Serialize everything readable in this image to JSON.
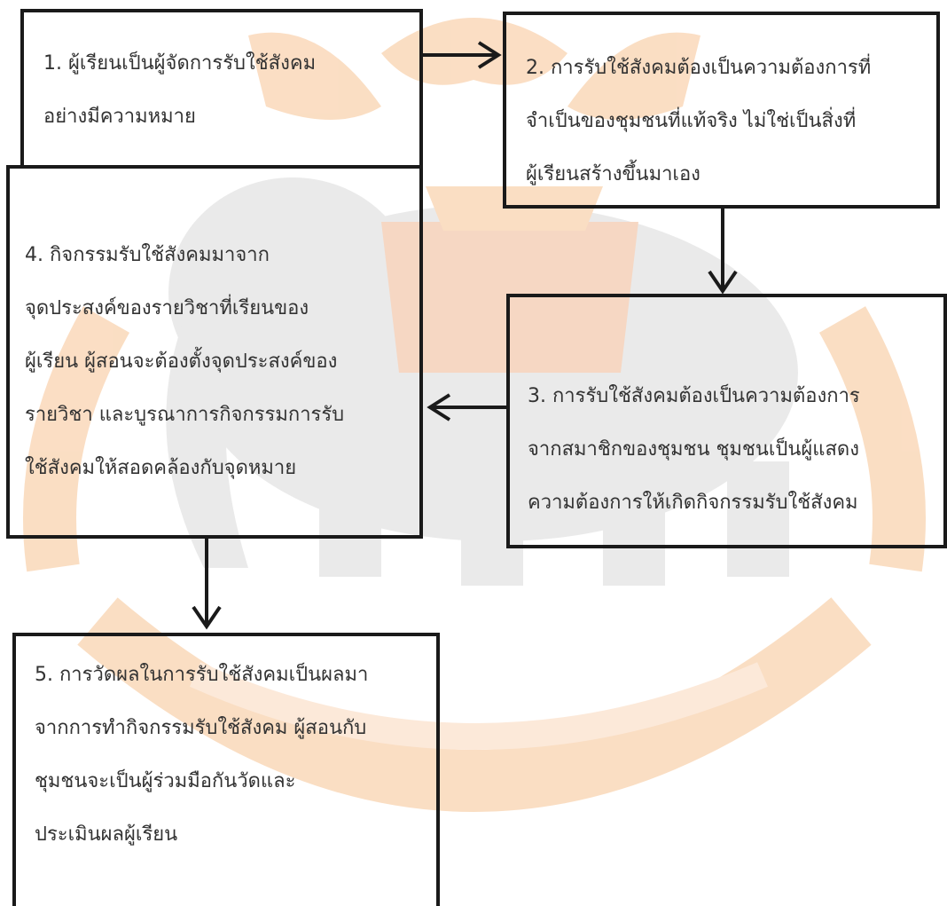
{
  "diagram": {
    "boxes": [
      {
        "id": "step-1",
        "lines": [
          "1. ผู้เรียนเป็นผู้จัดการรับใช้สังคม",
          "อย่างมีความหมาย"
        ]
      },
      {
        "id": "step-2",
        "lines": [
          "2. การรับใช้สังคมต้องเป็นความต้องการที่",
          "จำเป็นของชุมชนที่แท้จริง ไม่ใช่เป็นสิ่งที่",
          "ผู้เรียนสร้างขึ้นมาเอง"
        ]
      },
      {
        "id": "step-3",
        "lines": [
          "3. การรับใช้สังคมต้องเป็นความต้องการ",
          "จากสมาชิกของชุมชน ชุมชนเป็นผู้แสดง",
          "ความต้องการให้เกิดกิจกรรมรับใช้สังคม"
        ]
      },
      {
        "id": "step-4",
        "lines": [
          "4. กิจกรรมรับใช้สังคมมาจาก",
          "จุดประสงค์ของรายวิชาที่เรียนของ",
          "ผู้เรียน ผู้สอนจะต้องตั้งจุดประสงค์ของ",
          "รายวิชา และบูรณาการกิจกรรมการรับ",
          "ใช้สังคมให้สอดคล้องกับจุดหมาย"
        ]
      },
      {
        "id": "step-5",
        "lines": [
          "5. การวัดผลในการรับใช้สังคมเป็นผลมา",
          "จากการทำกิจกรรมรับใช้สังคม ผู้สอนกับ",
          "ชุมชนจะเป็นผู้ร่วมมือกันวัดและ",
          "ประเมินผลผู้เรียน"
        ]
      }
    ],
    "arrows": [
      {
        "from": "step-1",
        "to": "step-2",
        "direction": "right"
      },
      {
        "from": "step-2",
        "to": "step-3",
        "direction": "down"
      },
      {
        "from": "step-3",
        "to": "step-4",
        "direction": "left"
      },
      {
        "from": "step-4",
        "to": "step-5",
        "direction": "down"
      }
    ],
    "colors": {
      "border": "#1a1a1a",
      "text": "#333333",
      "arrow": "#1a1a1a",
      "watermark_orange": "#f08a2a",
      "watermark_gray": "#b5b5b5"
    }
  }
}
